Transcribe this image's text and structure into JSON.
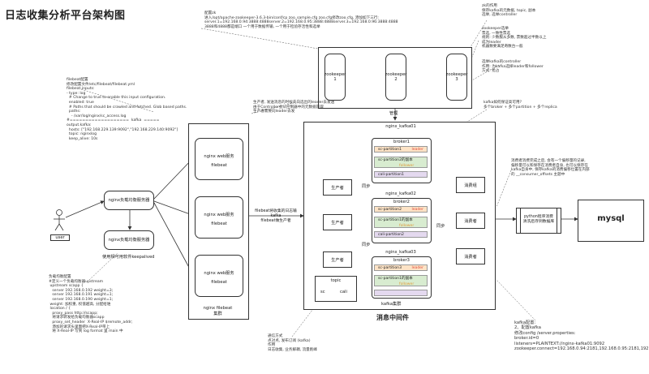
{
  "title": "日志收集分析平台架构图",
  "user": {
    "label": "user"
  },
  "nginx_lb": {
    "label1": "nginx负载均衡服务器",
    "label2": "nginx负载均衡服务器",
    "keepalived": "使用相可用软件keepalived"
  },
  "web_cluster": {
    "servers": [
      {
        "name": "nginx web服务",
        "agent": "filebeat"
      },
      {
        "name": "nginx web服务",
        "agent": "filebeat"
      },
      {
        "name": "nginx web服务",
        "agent": "filebeat"
      }
    ],
    "footer": "nginx filebeat\n集群"
  },
  "producer_arrow": {
    "text": "filebeat将收集的日志输\nkafka\nfilebeat做生产者"
  },
  "zookeeper": {
    "nodes": [
      "zookeeper\n1",
      "zookeeper\n2",
      "zookeeper\n3"
    ],
    "manage": "管理"
  },
  "kafka_cluster": {
    "top_label": "nginx_kafka01",
    "brokers": [
      {
        "name": "broker1",
        "parts": [
          "sc-partition1",
          "sc-partition2的副本",
          "cali-partition1"
        ],
        "leader": "leader",
        "follower": "follower"
      },
      {
        "name": "nginx_kafka02",
        "sub": "broker2",
        "parts": [
          "sc-partition2",
          "sc-partition1的副本",
          "cali-partition2"
        ],
        "leader": "leader",
        "follower": "follower"
      },
      {
        "name": "nginx_kafka03",
        "sub": "broker3",
        "parts": [
          "sc-partition3",
          "sc-partition1的副本"
        ],
        "leader": "leader",
        "follower": "follower"
      }
    ],
    "producers": [
      "生产者",
      "生产者",
      "生产者"
    ],
    "consumers": [
      "消费组",
      "消费者",
      "消费者"
    ],
    "sync": "同步",
    "topic": {
      "title": "topic",
      "sc": "sc",
      "cali": "cali"
    },
    "footer": "kafka集群",
    "middleware": "消息中间件"
  },
  "python_consumer": {
    "label": "python程序消费\n清洗后存到数据库"
  },
  "mysql": {
    "label": "mysql"
  },
  "notes": {
    "filebeat_conf": "filebeat配置\n修改配置文件/etc/filebeat/filebeat.yml\nfilebeat.inputs:\n- type: log\n  # Change to true to enable this input configuration.\n  enabled: true\n  # Paths that should be crawled and fetched. Glob based paths.\n  paths:\n    - /var/log/nginx/sc_access.log\n#===================  kafka  =====\noutput.kafka:\n  hosts: [\"192.168.229.139:9092\",\"192.168.229.140:9092\"]\n  topic: nginxlog\n  keep_alive: 10s",
    "zk_conf": "配置zk\n进入/opt/apache-zookeeper-3.6.3-bin/conf/cp zoo_sample.cfg zoo.cfg修改zoo.cfg, 添加如下三行:\nserver.1=192.168.0.94:3888:4888server.2=192.168.0.95:3888:4888server.3=192.168.0.96:3888:4888\n3888和4888都是端口 一个用于数据传输, 一个用于检验存活性和选举",
    "zk_role": "zk的作用\n保存kafka的元数据, topic, 副本\n选举, 选举controller",
    "zk_select": "zookeeper选举\n票选, 一致性票选\n规则: 少数服从多数, 票数超过半数以上\n成为leader\n机器数要满足奇数台一般",
    "controller": "选举kafka的controller\n作用: 为kafka选择leader和follower\n方式: 抢占",
    "producer_note": "生产者, 发送消息的时候先向选出的leader去发送\n由于Controller会从控制器中的元数据获取\n生产者需要向leader去发",
    "replica_note": "kafka如何保证高可用?\n多个broker + 多个partition + 多个replica",
    "consumer_note": "消费者消费完成之后, 会有一个偏移量的记录,\n偏移量可以和保存在消费者自身, 也可以保存在\nkafka自身中, 保存kafka的消费偏移位置在内部\n的 __consumer_offsets 主题中",
    "lb_conf": "负载均衡配置\n#定义一个负载均衡器upstream\n upstream scapp {\n   server 192.168.0.192 weight=3;\n   server 192.168.0.191 weight=1;\n   server 192.168.0.190 weight=1;\n weight: 加权重, 权值越高, 分配给谁\n location / {\n   proxy_pass http://scapp;\n   将请求转发给负载均衡器scapp\n   proxy_set_header  X-Real-IP $remote_addr;\n   添加的请求头里面把X-Real-IP带上\n   将 X-Real-IP 写到 log format 里 main 中",
    "ack_note": "通信方式\n点对点, 发布订阅 (kafka)\n作用\n日志收集, 业务解耦, 流量削峰",
    "kafka_conf": "kafka配置:\n2、配置kafka\n修改config /server.properties:\nbroker.id=0\nlisteners=PLAINTEXT://nginx-kafka01:9092\nzookeeper.connect=192.168.0.94:2181,192.168.0.95:2181,192.168.0.96:2181"
  }
}
